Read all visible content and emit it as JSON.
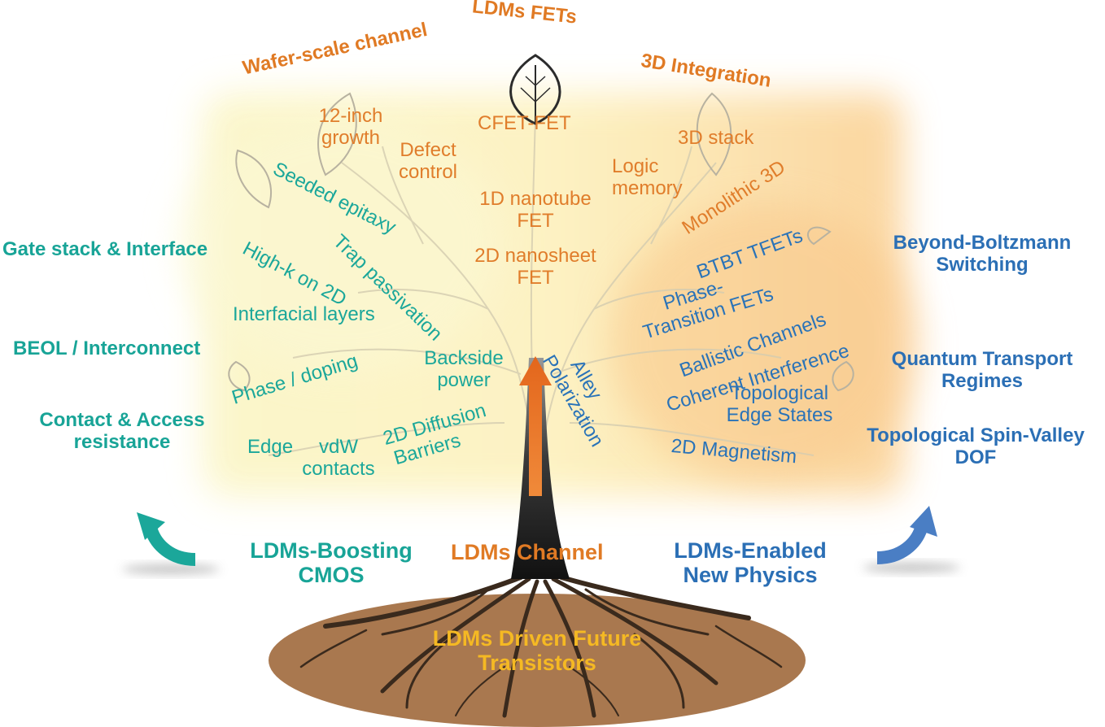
{
  "title": "LDMs FETs",
  "root_label": [
    "LDMs Driven Future",
    "Transistors"
  ],
  "pillars": {
    "left": [
      "LDMs-Boosting",
      "CMOS"
    ],
    "center": "LDMs Channel",
    "right": [
      "LDMs-Enabled",
      "New Physics"
    ]
  },
  "top_branches": {
    "wafer": "Wafer-scale channel",
    "integration": "3D Integration",
    "cfet": "CFET-FET",
    "growth": [
      "12-inch",
      "growth"
    ],
    "defect": [
      "Defect",
      "control"
    ],
    "nanotube": [
      "1D nanotube",
      "FET"
    ],
    "nanosheet": [
      "2D nanosheet",
      "FET"
    ],
    "stack3d": "3D stack",
    "logic": [
      "Logic",
      "memory"
    ],
    "monolithic": "Monolithic 3D"
  },
  "cmos_items": {
    "seeded": "Seeded epitaxy",
    "highk": "High-k on 2D",
    "trap": "Trap passivation",
    "interfacial": "Interfacial layers",
    "phase_doping": "Phase / doping",
    "backside": [
      "Backside",
      "power"
    ],
    "diffusion": [
      "2D Diffusion",
      "Barriers"
    ],
    "edge": "Edge",
    "vdw": [
      "vdW",
      "contacts"
    ]
  },
  "physics_items": {
    "btbt": "BTBT TFETs",
    "phase_trans": [
      "Phase-",
      "Transition FETs"
    ],
    "ballistic": "Ballistic Channels",
    "coherent": "Coherent Interference",
    "topological": [
      "Topological",
      "Edge States"
    ],
    "alley": [
      "Alley",
      "Polarization"
    ],
    "magnetism": "2D Magnetism"
  },
  "left_categories": {
    "gate": "Gate stack & Interface",
    "beol": "BEOL / Interconnect",
    "contact": [
      "Contact & Access",
      "resistance"
    ]
  },
  "right_categories": {
    "boltzmann": [
      "Beyond-Boltzmann",
      "Switching"
    ],
    "quantum": [
      "Quantum Transport",
      "Regimes"
    ],
    "spin": [
      "Topological Spin-Valley",
      "DOF"
    ]
  },
  "colors": {
    "cmos_teal": "#1ba79a",
    "physics_blue": "#2a73b8",
    "channel_orange": "#e07a24",
    "soil_brown": "#a9784f",
    "root_yellow": "#f5b923"
  },
  "icons": {
    "arrow_up": "up-arrow-icon",
    "curved_left": "curved-arrow-left-icon",
    "curved_right": "curved-arrow-right-icon",
    "leaf": "leaf-icon",
    "tree": "tree-icon"
  }
}
